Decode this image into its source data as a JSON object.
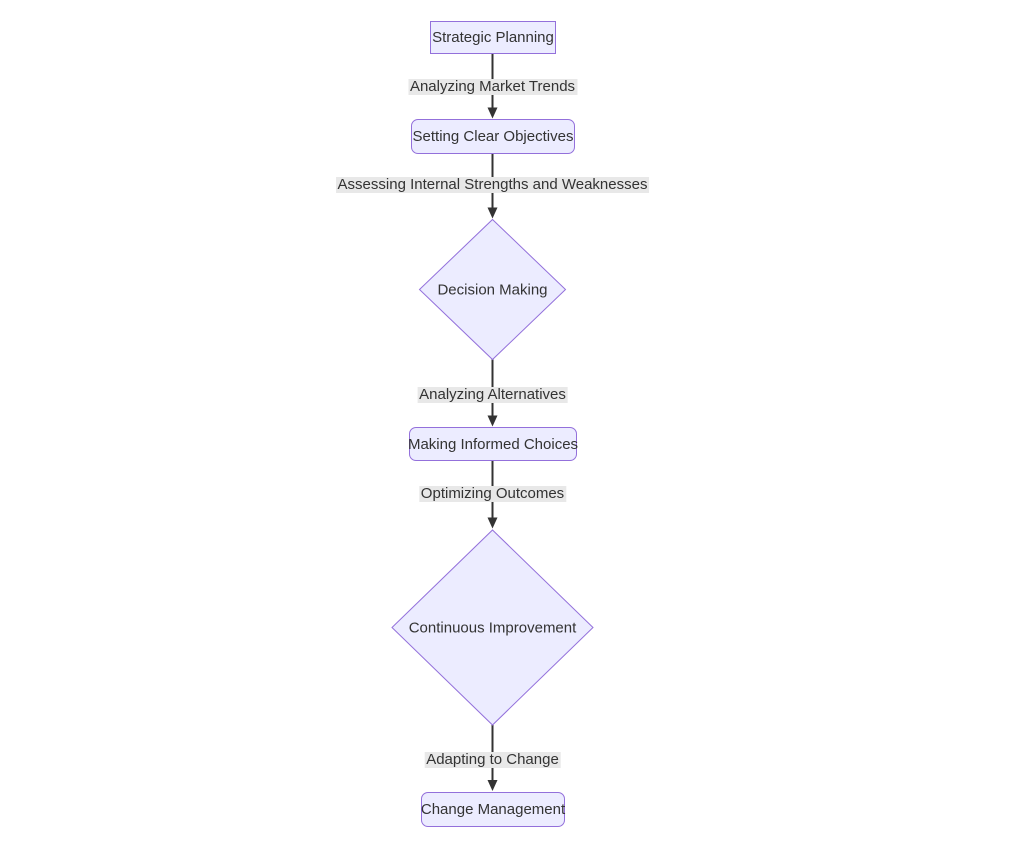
{
  "diagram": {
    "type": "flowchart",
    "direction": "top-down",
    "colors": {
      "node_fill": "#ECECFF",
      "node_border": "#9370DB",
      "edge_line": "#333333",
      "arrowhead": "#333333",
      "edge_label_bg": "#e8e8e8",
      "text": "#333333",
      "background": "#ffffff"
    },
    "nodes": [
      {
        "id": "strategic-planning",
        "label": "Strategic Planning",
        "shape": "rectangle"
      },
      {
        "id": "setting-clear-objectives",
        "label": "Setting Clear Objectives",
        "shape": "rounded-rectangle"
      },
      {
        "id": "decision-making",
        "label": "Decision Making",
        "shape": "diamond"
      },
      {
        "id": "making-informed-choices",
        "label": "Making Informed Choices",
        "shape": "rounded-rectangle"
      },
      {
        "id": "continuous-improvement",
        "label": "Continuous Improvement",
        "shape": "diamond"
      },
      {
        "id": "change-management",
        "label": "Change Management",
        "shape": "rounded-rectangle"
      }
    ],
    "edges": [
      {
        "from": "strategic-planning",
        "to": "setting-clear-objectives",
        "label": "Analyzing Market Trends"
      },
      {
        "from": "setting-clear-objectives",
        "to": "decision-making",
        "label": "Assessing Internal Strengths and Weaknesses"
      },
      {
        "from": "decision-making",
        "to": "making-informed-choices",
        "label": "Analyzing Alternatives"
      },
      {
        "from": "making-informed-choices",
        "to": "continuous-improvement",
        "label": "Optimizing Outcomes"
      },
      {
        "from": "continuous-improvement",
        "to": "change-management",
        "label": "Adapting to Change"
      }
    ]
  }
}
